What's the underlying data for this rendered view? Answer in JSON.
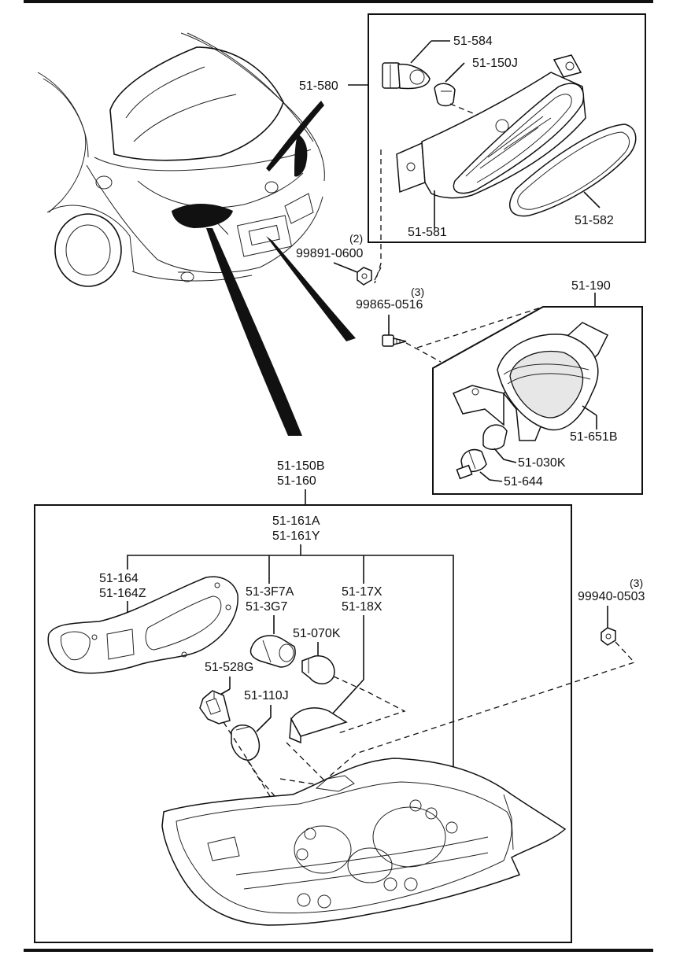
{
  "diagram": {
    "labels": {
      "p51_584": "51-584",
      "p51_150j": "51-150J",
      "p51_580": "51-580",
      "p51_581": "51-581",
      "p51_582": "51-582",
      "p99891": "99891-0600",
      "q99891": "(2)",
      "p99865": "99865-0516",
      "q99865": "(3)",
      "p51_190": "51-190",
      "p51_651b": "51-651B",
      "p51_030k": "51-030K",
      "p51_644": "51-644",
      "p51_150b": "51-150B",
      "p51_160": "51-160",
      "p51_161a": "51-161A",
      "p51_161y": "51-161Y",
      "p51_164": "51-164",
      "p51_164z": "51-164Z",
      "p51_3f7a": "51-3F7A",
      "p51_3g7": "51-3G7",
      "p51_17x": "51-17X",
      "p51_18x": "51-18X",
      "p51_070k": "51-070K",
      "p51_528g": "51-528G",
      "p51_110j": "51-110J",
      "p99940": "99940-0503",
      "q99940": "(3)"
    }
  }
}
